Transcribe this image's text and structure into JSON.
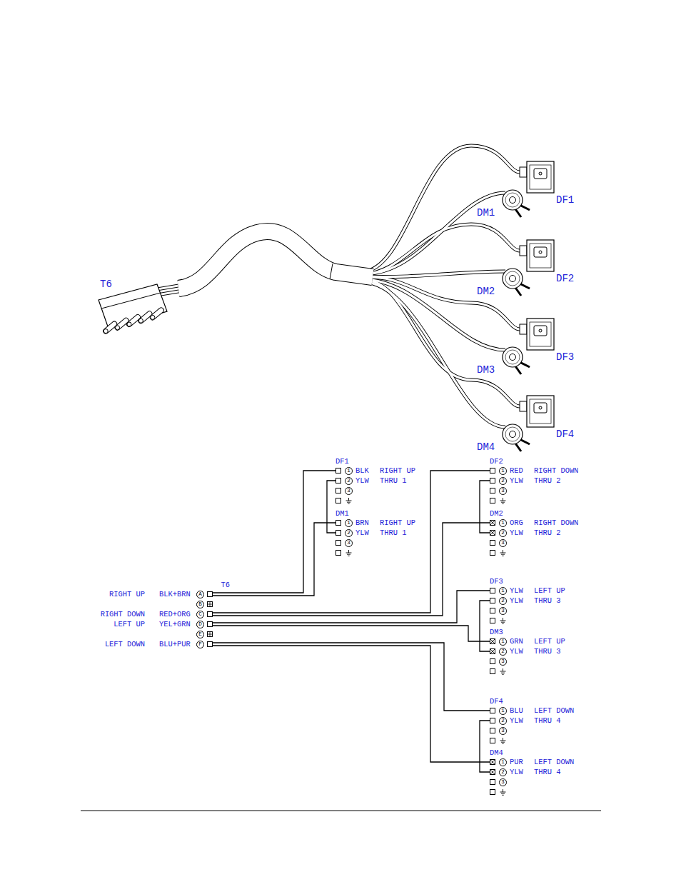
{
  "diagram": {
    "nodes": [
      {
        "text": [
          "T6",
          "RIGHT UP",
          "BLK+BRN",
          "A",
          "B",
          "RIGHT DOWN",
          "RED+ORG",
          "C",
          "LEFT UP",
          "YEL+GRN",
          "D",
          "E",
          "LEFT DOWN",
          "BLU+PUR",
          "F"
        ]
      },
      {
        "text": [
          "DF1",
          "1",
          "BLK",
          "RIGHT UP",
          "2",
          "YLW",
          "THRU 1",
          "3"
        ]
      },
      {
        "text": [
          "DM1",
          "1",
          "BRN",
          "RIGHT UP",
          "2",
          "YLW",
          "THRU 1",
          "3"
        ]
      },
      {
        "text": [
          "DF2",
          "1",
          "RED",
          "RIGHT DOWN",
          "2",
          "YLW",
          "THRU 2",
          "3"
        ]
      },
      {
        "text": [
          "DM2",
          "1",
          "ORG",
          "RIGHT DOWN",
          "2",
          "YLW",
          "THRU 2",
          "3"
        ]
      },
      {
        "text": [
          "DF3",
          "1",
          "YLW",
          "LEFT UP",
          "2",
          "YLW",
          "THRU 3",
          "3"
        ]
      },
      {
        "text": [
          "DM3",
          "1",
          "GRN",
          "LEFT UP",
          "2",
          "YLW",
          "THRU 3",
          "3"
        ]
      },
      {
        "text": [
          "DF4",
          "1",
          "BLU",
          "LEFT DOWN",
          "2",
          "YLW",
          "THRU 4",
          "3"
        ]
      },
      {
        "text": [
          "DM4",
          "1",
          "PUR",
          "LEFT DOWN",
          "2",
          "YLW",
          "THRU 4",
          "3"
        ]
      }
    ],
    "edges": [
      {
        "from": 0,
        "to": 1,
        "arrow": "none"
      },
      {
        "from": 0,
        "to": 2,
        "arrow": "none"
      },
      {
        "from": 1,
        "to": 2,
        "arrow": "none"
      },
      {
        "from": 0,
        "to": 3,
        "arrow": "none"
      },
      {
        "from": 0,
        "to": 4,
        "arrow": "none"
      },
      {
        "from": 3,
        "to": 4,
        "arrow": "none"
      },
      {
        "from": 0,
        "to": 5,
        "arrow": "none"
      },
      {
        "from": 0,
        "to": 6,
        "arrow": "none"
      },
      {
        "from": 5,
        "to": 6,
        "arrow": "none"
      },
      {
        "from": 0,
        "to": 7,
        "arrow": "none"
      },
      {
        "from": 0,
        "to": 8,
        "arrow": "none"
      },
      {
        "from": 7,
        "to": 8,
        "arrow": "none"
      }
    ],
    "labels": [
      "T6",
      "DF1",
      "DM1",
      "DF2",
      "DM2",
      "DF3",
      "DM3",
      "DF4",
      "DM4"
    ]
  }
}
